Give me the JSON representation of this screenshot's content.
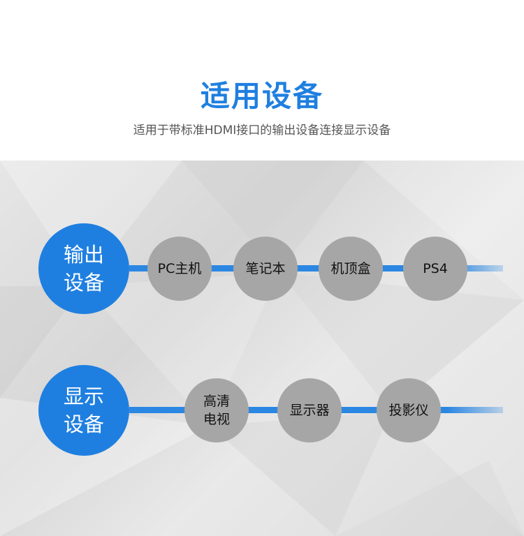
{
  "header": {
    "title": "适用设备",
    "subtitle": "适用于带标准HDMI接口的输出设备连接显示设备"
  },
  "colors": {
    "accent": "#1f7fe0",
    "node": "#a6a6a6"
  },
  "output_row": {
    "label": "输出设备",
    "devices": [
      "PC主机",
      "笔记本",
      "机顶盒",
      "PS4"
    ]
  },
  "display_row": {
    "label": "显示设备",
    "devices": [
      "高清电视",
      "显示器",
      "投影仪"
    ]
  }
}
